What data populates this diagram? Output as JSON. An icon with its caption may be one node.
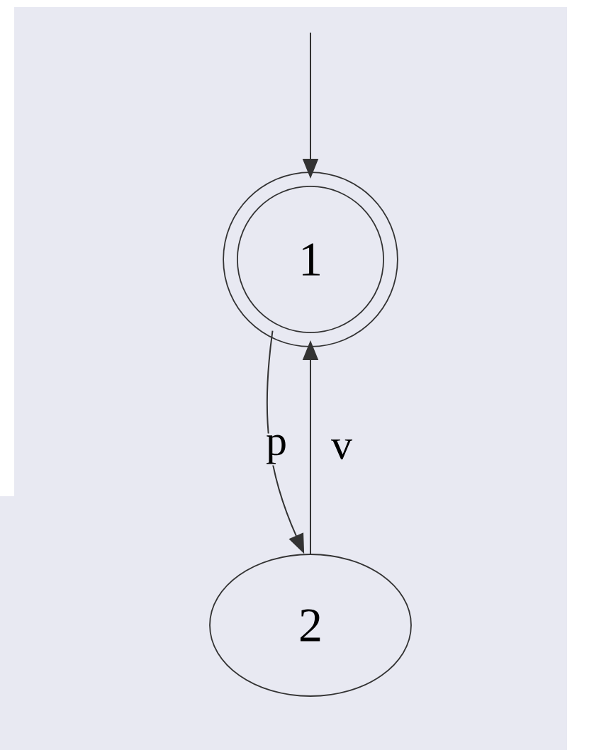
{
  "diagram": {
    "nodes": [
      {
        "text": [
          "1"
        ]
      },
      {
        "text": [
          "2"
        ]
      }
    ],
    "edges": [
      {
        "from": null,
        "to": 0,
        "arrow": "to"
      },
      {
        "from": 0,
        "to": 1,
        "arrow": "to",
        "label": "p"
      },
      {
        "from": 1,
        "to": 0,
        "arrow": "to",
        "label": "v"
      }
    ]
  }
}
